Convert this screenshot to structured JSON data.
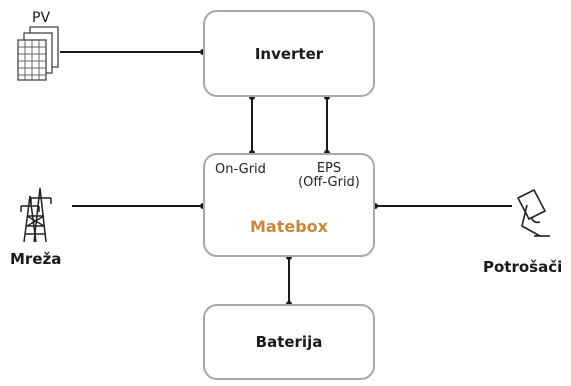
{
  "pv": {
    "label": "PV"
  },
  "inverter": {
    "label": "Inverter"
  },
  "matebox": {
    "label": "Matebox",
    "label_color": "#c8873a",
    "port_on_grid": "On-Grid",
    "port_eps_line1": "EPS",
    "port_eps_line2": "(Off-Grid)"
  },
  "grid": {
    "label": "Mreža"
  },
  "consumers": {
    "label": "Potrošači"
  },
  "battery": {
    "label": "Baterija"
  },
  "icons": [
    "solar-panel-icon",
    "power-tower-icon",
    "lamp-icon"
  ]
}
